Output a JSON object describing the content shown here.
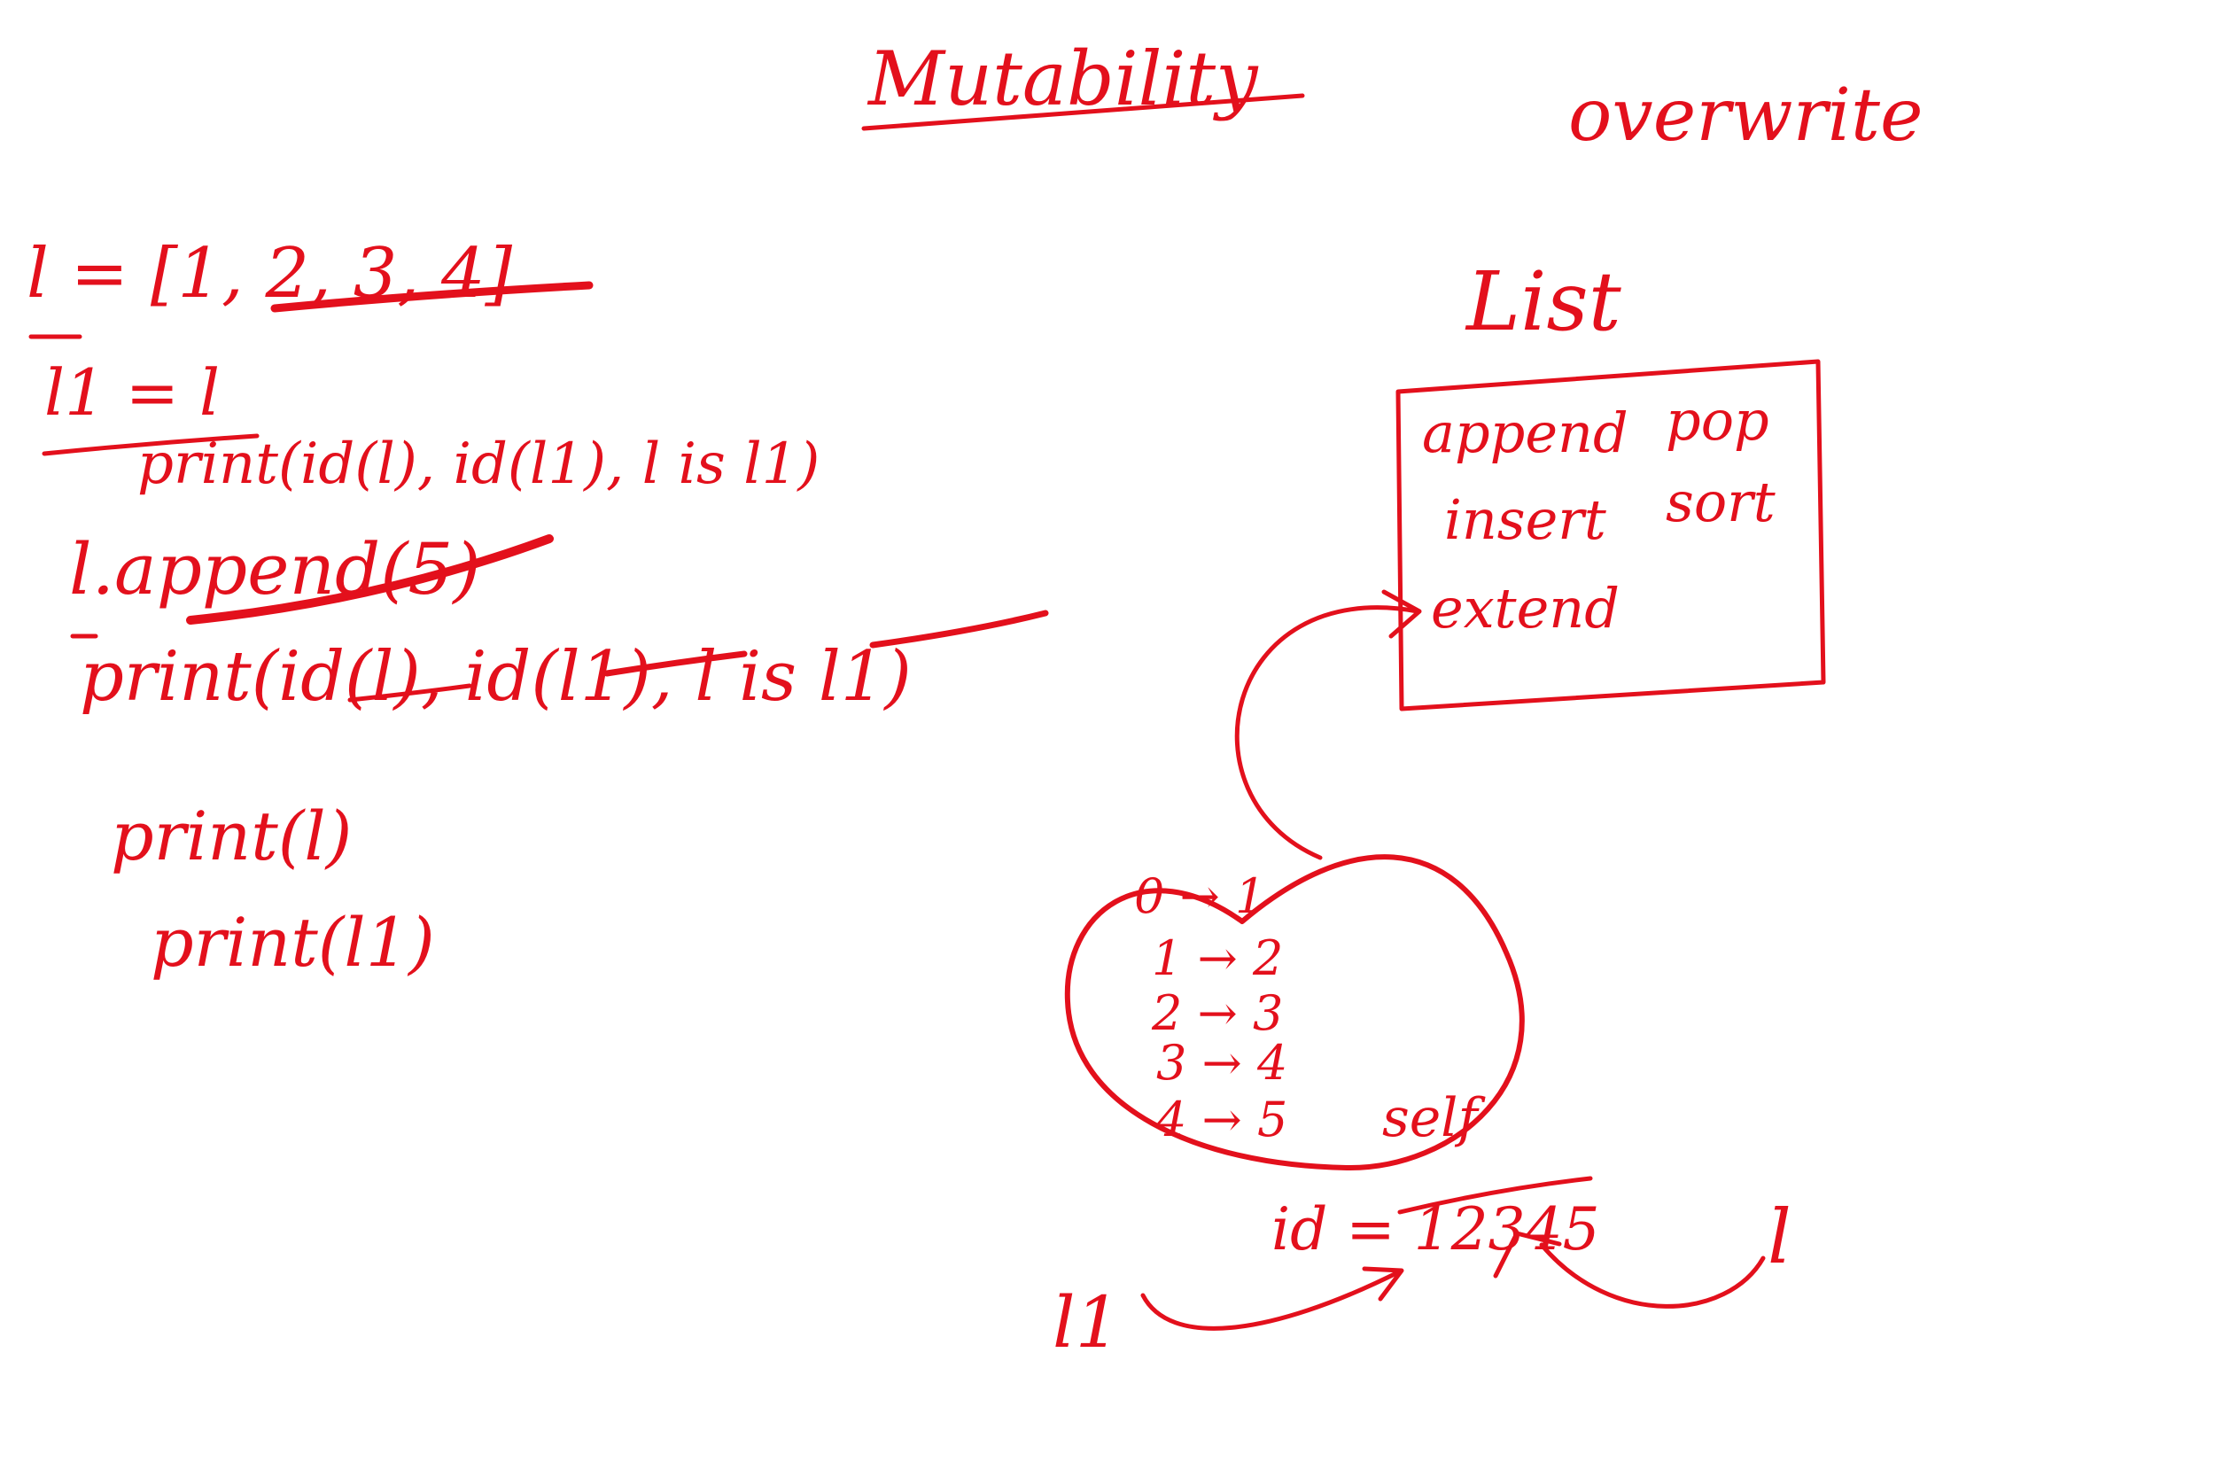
{
  "ink_color": "#e3101c",
  "title": "Mutability",
  "side_note": "overwrite",
  "code_lines": [
    "l = [1, 2, 3, 4]",
    "l1 = l",
    "print(id(l), id(l1), l is l1)",
    "l.append(5)",
    "print(id(l), id(l1), l is l1)",
    "print(l)",
    "print(l1)"
  ],
  "class_box": {
    "title": "List",
    "methods": [
      "append",
      "pop",
      "insert",
      "sort",
      "extend"
    ]
  },
  "object": {
    "entries": [
      {
        "index": "0",
        "value": "1"
      },
      {
        "index": "1",
        "value": "2"
      },
      {
        "index": "2",
        "value": "3"
      },
      {
        "index": "3",
        "value": "4"
      },
      {
        "index": "4",
        "value": "5"
      }
    ],
    "self_label": "self",
    "id_label": "id = 12345"
  },
  "references": {
    "left": "l1",
    "right": "l"
  }
}
